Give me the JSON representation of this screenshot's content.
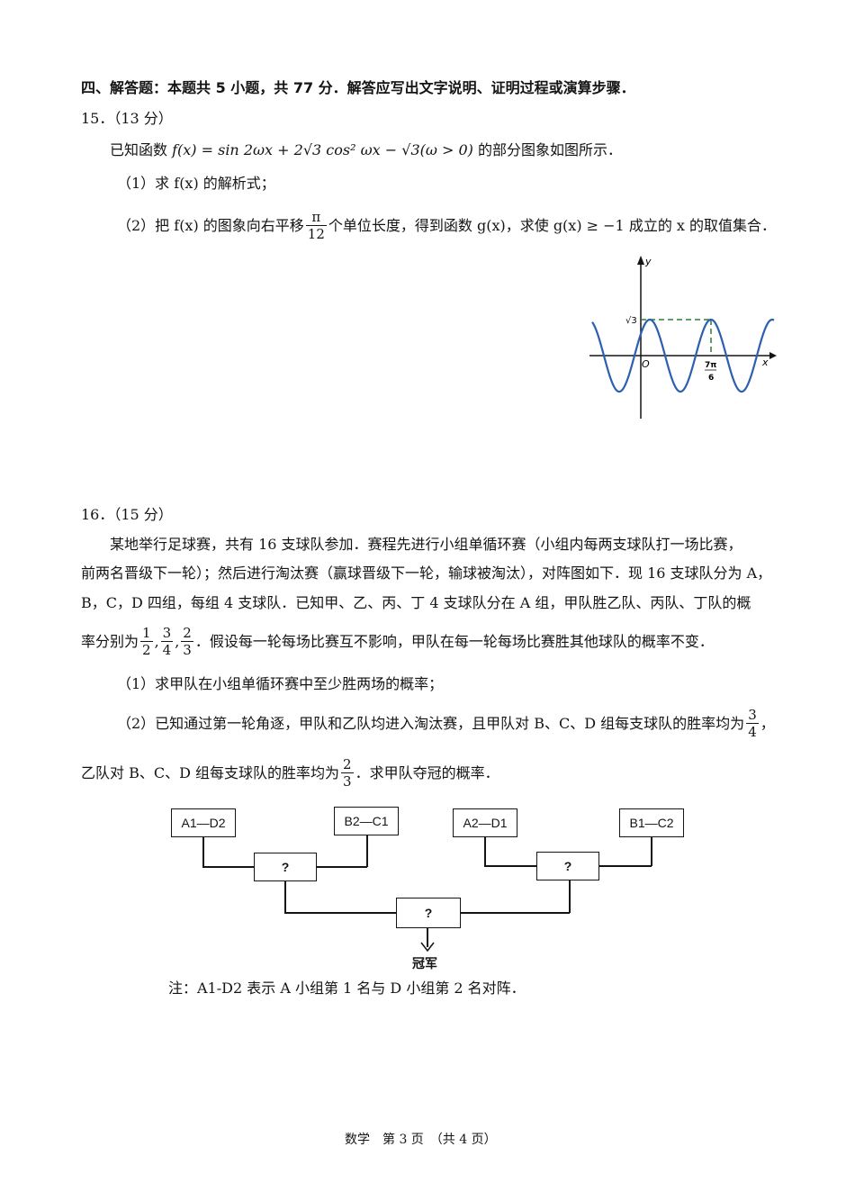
{
  "section_heading": "四、解答题：本题共 5 小题，共 77 分．解答应写出文字说明、证明过程或演算步骤．",
  "q15": {
    "number": "15．（13 分）",
    "intro_a": "已知函数 ",
    "func": "f(x) = sin 2ωx + 2√3 cos² ωx − √3(ω > 0)",
    "intro_b": " 的部分图象如图所示．",
    "part1": "（1）求 f(x) 的解析式；",
    "part2_a": "（2）把 f(x) 的图象向右平移",
    "shift_num": "π",
    "shift_den": "12",
    "part2_b": "个单位长度，得到函数 g(x)，求使 g(x) ≥ −1 成立的 x 的取值集合．",
    "graph": {
      "y_axis": "y",
      "x_axis": "x",
      "origin": "O",
      "peak_label": "√3",
      "x_mark_num": "7π",
      "x_mark_den": "6"
    }
  },
  "q16": {
    "number": "16．（15 分）",
    "p1": "某地举行足球赛，共有 16 支球队参加．赛程先进行小组单循环赛（小组内每两支球队打一场比赛，",
    "p2": "前两名晋级下一轮）；然后进行淘汰赛（赢球晋级下一轮，输球被淘汰），对阵图如下．现 16 支球队分为 A，",
    "p3": "B，C，D 四组，每组 4 支球队．已知甲、乙、丙、丁 4 支球队分在 A 组，甲队胜乙队、丙队、丁队的概",
    "p4_a": "率分别为",
    "probs": [
      {
        "num": "1",
        "den": "2"
      },
      {
        "num": "3",
        "den": "4"
      },
      {
        "num": "2",
        "den": "3"
      }
    ],
    "p4_b": "．假设每一轮每场比赛互不影响，甲队在每一轮每场比赛胜其他球队的概率不变．",
    "part1": "（1）求甲队在小组单循环赛中至少胜两场的概率；",
    "part2_a": "（2）已知通过第一轮角逐，甲队和乙队均进入淘汰赛，且甲队对 B、C、D 组每支球队的胜率均为",
    "frac_a": {
      "num": "3",
      "den": "4"
    },
    "part2_b": "，",
    "part2_c": "乙队对 B、C、D 组每支球队的胜率均为",
    "frac_b": {
      "num": "2",
      "den": "3"
    },
    "part2_d": "．求甲队夺冠的概率．",
    "bracket": {
      "matches": [
        "A1—D2",
        "B2—C1",
        "A2—D1",
        "B1—C2"
      ],
      "semi": [
        "?",
        "?"
      ],
      "final": "?",
      "champion": "冠军"
    },
    "note": "注：A1-D2 表示 A 小组第 1 名与 D 小组第 2 名对阵．"
  },
  "footer": "数学　第 3 页　（共 4 页）"
}
